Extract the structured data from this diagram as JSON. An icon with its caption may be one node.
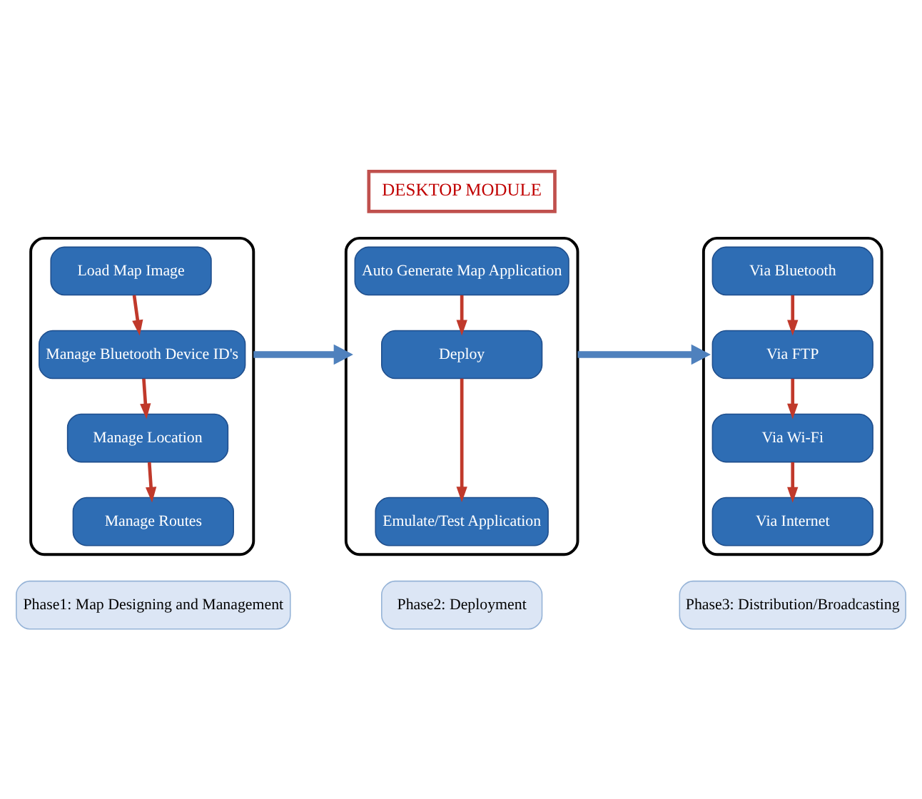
{
  "diagram": {
    "nodes": [
      {
        "text": [
          "DESKTOP MODULE"
        ]
      },
      {
        "text": [],
        "shape": "box"
      },
      {
        "text": [
          "Load Map Image"
        ],
        "in": 1
      },
      {
        "text": [
          "Manage Bluetooth Device ID's"
        ],
        "in": 1
      },
      {
        "text": [
          "Manage Location"
        ],
        "in": 1
      },
      {
        "text": [
          "Manage Routes"
        ],
        "in": 1
      },
      {
        "text": [],
        "shape": "box"
      },
      {
        "text": [
          "Auto Generate Map Application"
        ],
        "in": 6
      },
      {
        "text": [
          "Deploy"
        ],
        "in": 6
      },
      {
        "text": [
          "Emulate/Test Application"
        ],
        "in": 6
      },
      {
        "text": [],
        "shape": "box"
      },
      {
        "text": [
          "Via Bluetooth"
        ],
        "in": 10
      },
      {
        "text": [
          "Via FTP"
        ],
        "in": 10
      },
      {
        "text": [
          "Via Wi-Fi"
        ],
        "in": 10
      },
      {
        "text": [
          "Via Internet"
        ],
        "in": 10
      },
      {
        "text": [
          "Phase1: Map Designing and Management"
        ]
      },
      {
        "text": [
          "Phase2: Deployment"
        ]
      },
      {
        "text": [
          "Phase3: Distribution/Broadcasting"
        ]
      }
    ],
    "edges": [
      {
        "from": 2,
        "to": 3,
        "arrow": "to"
      },
      {
        "from": 3,
        "to": 4,
        "arrow": "to"
      },
      {
        "from": 4,
        "to": 5,
        "arrow": "to"
      },
      {
        "from": 1,
        "to": 6,
        "arrow": "to",
        "style": "thick",
        "color": "#4f81bd"
      },
      {
        "from": 7,
        "to": 8,
        "arrow": "to"
      },
      {
        "from": 8,
        "to": 9,
        "arrow": "to"
      },
      {
        "from": 6,
        "to": 10,
        "arrow": "to",
        "style": "thick",
        "color": "#4f81bd"
      },
      {
        "from": 11,
        "to": 12,
        "arrow": "to"
      },
      {
        "from": 12,
        "to": 13,
        "arrow": "to"
      },
      {
        "from": 13,
        "to": 14,
        "arrow": "to"
      }
    ]
  }
}
